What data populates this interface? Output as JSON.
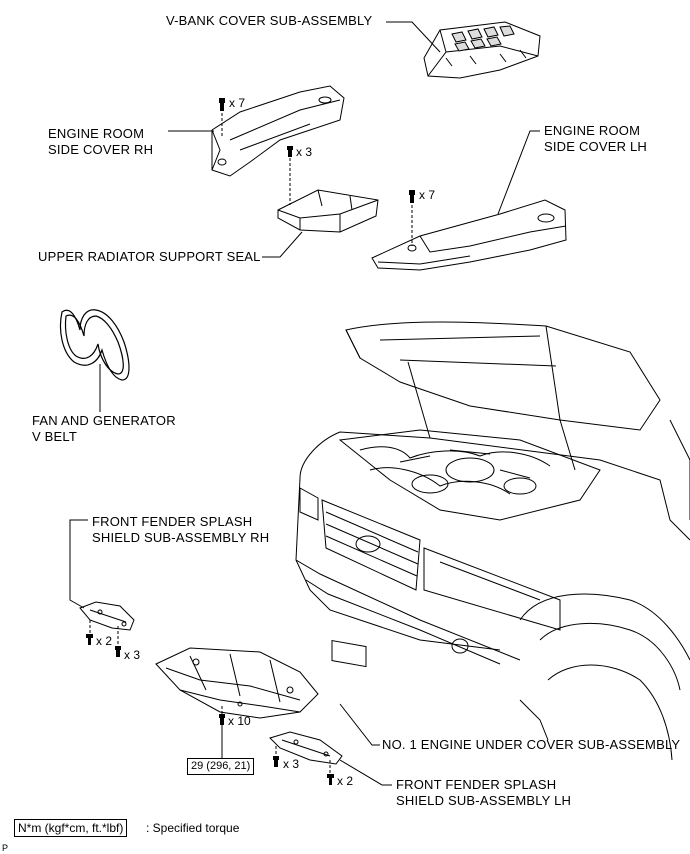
{
  "labels": {
    "v_bank_cover": "V-BANK COVER SUB-ASSEMBLY",
    "engine_room_side_cover_rh": "ENGINE ROOM\nSIDE COVER RH",
    "engine_room_side_cover_lh": "ENGINE ROOM\nSIDE COVER LH",
    "upper_radiator_support_seal": "UPPER RADIATOR SUPPORT SEAL",
    "fan_and_generator_v_belt": "FAN AND GENERATOR\nV BELT",
    "front_fender_splash_shield_rh": "FRONT FENDER SPLASH\nSHIELD SUB-ASSEMBLY RH",
    "no1_engine_under_cover": "NO. 1 ENGINE UNDER COVER SUB-ASSEMBLY",
    "front_fender_splash_shield_lh": "FRONT FENDER SPLASH\nSHIELD SUB-ASSEMBLY LH"
  },
  "quantities": {
    "rh_side_cover_bolts": "x 7",
    "seal_clips": "x 3",
    "lh_side_cover_bolts": "x 7",
    "rh_shield_screws": "x 2",
    "rh_shield_clips": "x 3",
    "under_cover_bolts": "x 10",
    "lh_shield_clips": "x 3",
    "lh_shield_screws": "x 2"
  },
  "torque": {
    "under_cover_bolts": "29 (296, 21)"
  },
  "legend": {
    "unit_box": "N*m (kgf*cm, ft.*lbf)",
    "description": ": Specified torque"
  },
  "figure_code": "P"
}
